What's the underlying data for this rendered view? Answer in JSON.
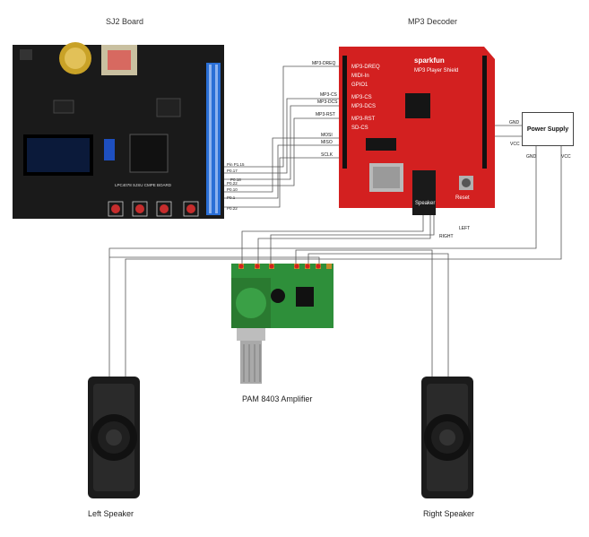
{
  "sj2_board": {
    "title": "SJ2 Board",
    "board_text": "LPC4078 SJSU CMPE BOARD",
    "pins": [
      "Pin P1.15",
      "P0.17",
      "P0.18",
      "P0.22",
      "P0.10",
      "P0.1",
      "P0.22"
    ]
  },
  "mp3_decoder": {
    "title": "MP3 Decoder",
    "brand": "sparkfun",
    "subtitle": "MP3 Player Shield",
    "labels": [
      "MP3-DREQ",
      "MIDI-In",
      "GPIO1",
      "MP3-CS",
      "MP3-DCS",
      "MP3-RST",
      "SD-CS"
    ],
    "reset_label": "Reset",
    "speaker_label": "Speaker"
  },
  "signals": [
    "MP3-DREQ",
    "MP3-CS",
    "MP3-DCS",
    "MP3-RST",
    "MOSI",
    "MISO",
    "SCLK"
  ],
  "power_supply": {
    "title": "Power Supply",
    "gnd": "GND",
    "vcc": "VCC"
  },
  "audio_lines": {
    "left": "LEFT",
    "right": "RIGHT"
  },
  "amplifier": {
    "caption": "PAM 8403 Amplifier"
  },
  "left_speaker": {
    "caption": "Left Speaker"
  },
  "right_speaker": {
    "caption": "Right Speaker"
  }
}
